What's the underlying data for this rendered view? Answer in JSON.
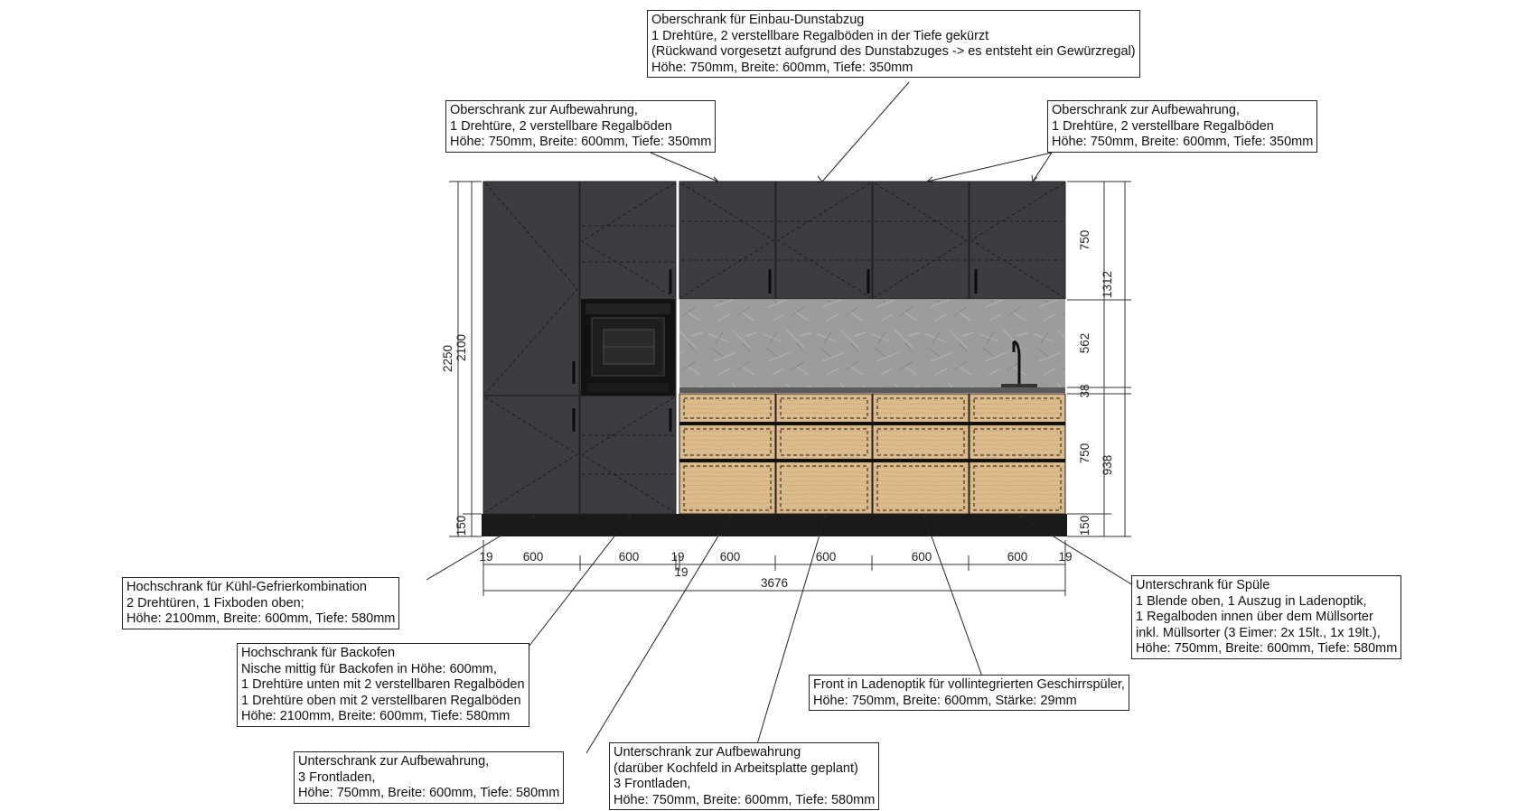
{
  "callouts": {
    "hood_cabinet": {
      "lines": [
        "Oberschrank für Einbau-Dunstabzug",
        "1 Drehtüre, 2 verstellbare Regalböden in der Tiefe gekürzt",
        "(Rückwand vorgesetzt aufgrund des Dunstabzuges -> es entsteht ein Gewürzregal)",
        "Höhe: 750mm, Breite: 600mm, Tiefe: 350mm"
      ]
    },
    "wall_cabinet_left": {
      "lines": [
        "Oberschrank zur Aufbewahrung,",
        "1 Drehtüre, 2 verstellbare Regalböden",
        "Höhe: 750mm, Breite: 600mm, Tiefe: 350mm"
      ]
    },
    "wall_cabinet_right": {
      "lines": [
        "Oberschrank zur Aufbewahrung,",
        "1 Drehtüre, 2 verstellbare Regalböden",
        "Höhe: 750mm, Breite: 600mm, Tiefe: 350mm"
      ]
    },
    "fridge_tall": {
      "lines": [
        "Hochschrank für Kühl-Gefrierkombination",
        "2 Drehtüren, 1 Fixboden oben;",
        "Höhe: 2100mm, Breite: 600mm, Tiefe: 580mm"
      ]
    },
    "oven_tall": {
      "lines": [
        "Hochschrank für Backofen",
        "Nische mittig für Backofen in Höhe: 600mm,",
        "1 Drehtüre unten mit 2 verstellbaren Regalböden",
        "1 Drehtüre oben mit 2 verstellbaren Regalböden",
        "Höhe: 2100mm, Breite: 600mm, Tiefe: 580mm"
      ]
    },
    "base_storage_1": {
      "lines": [
        "Unterschrank zur Aufbewahrung,",
        "3 Frontladen,",
        "Höhe: 750mm, Breite: 600mm, Tiefe: 580mm"
      ]
    },
    "base_storage_hob": {
      "lines": [
        "Unterschrank zur Aufbewahrung",
        "(darüber Kochfeld in Arbeitsplatte geplant)",
        "3 Frontladen,",
        "Höhe: 750mm, Breite: 600mm, Tiefe: 580mm"
      ]
    },
    "dishwasher_front": {
      "lines": [
        "Front in Ladenoptik für vollintegrierten Geschirrspüler,",
        "Höhe: 750mm, Breite: 600mm, Stärke: 29mm"
      ]
    },
    "sink_base": {
      "lines": [
        "Unterschrank für Spüle",
        "1 Blende oben, 1 Auszug in Ladenoptik,",
        "1 Regalboden innen über dem Müllsorter",
        "inkl. Müllsorter (3 Eimer: 2x 15lt., 1x 19lt.),",
        "Höhe: 750mm, Breite: 600mm, Tiefe: 580mm"
      ]
    }
  },
  "dimensions": {
    "total_height": "2250",
    "tall_height": "2100",
    "plinth": "150",
    "wall_unit": "750",
    "upper_total": "1312",
    "backsplash": "562",
    "worktop": "38",
    "base_unit": "750",
    "lower_total": "938",
    "plinth_right": "150",
    "side_panel": "19",
    "unit_width": "600",
    "overall_width": "3676"
  },
  "colors": {
    "cabinet_dark": "#3c3d40",
    "oak": "#d9b98a",
    "backsplash": "#9a9a9a",
    "plinth": "#1a1a1a",
    "line": "#222222"
  }
}
